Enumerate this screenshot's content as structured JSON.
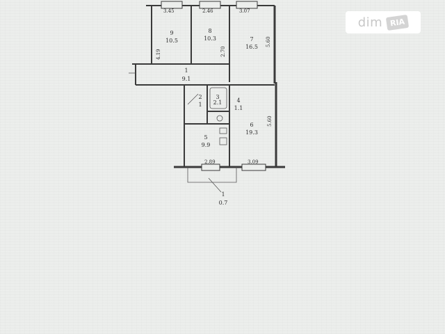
{
  "watermark": {
    "brand": "dim",
    "badge": "RIA"
  },
  "plan": {
    "rooms": [
      {
        "id": "9",
        "number": "9",
        "area": "10.5"
      },
      {
        "id": "8",
        "number": "8",
        "area": "10.3"
      },
      {
        "id": "7",
        "number": "7",
        "area": "16.5"
      },
      {
        "id": "1",
        "number": "1",
        "area": "9.1"
      },
      {
        "id": "2",
        "number": "2",
        "area": "1"
      },
      {
        "id": "3",
        "number": "3",
        "area": "2.1"
      },
      {
        "id": "4",
        "number": "4",
        "area": "1.1"
      },
      {
        "id": "5",
        "number": "5",
        "area": "9.9"
      },
      {
        "id": "6",
        "number": "6",
        "area": "19.3"
      },
      {
        "id": "balcony",
        "number": "1",
        "area": "0.7"
      }
    ],
    "dimensions": {
      "top_9": "3.45",
      "top_8": "2.46",
      "top_7": "3.07",
      "side_9": "4.19",
      "side_8": "2.70",
      "side_7": "5.60",
      "side_6": "5.60",
      "bottom_5": "2.89",
      "bottom_6": "3.09"
    },
    "colors": {
      "wall": "#3a3a3a",
      "line": "#555555",
      "paper": "#eceeec"
    }
  }
}
